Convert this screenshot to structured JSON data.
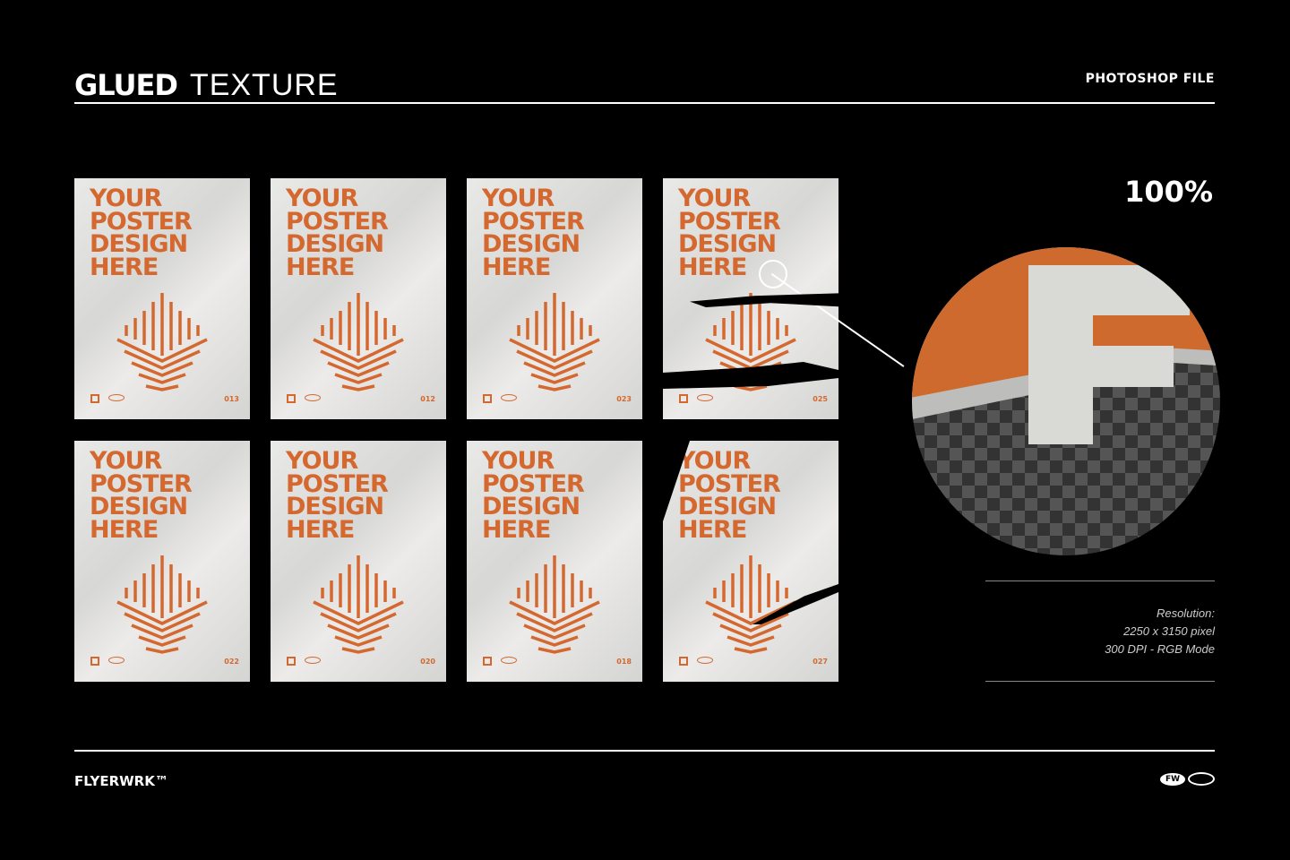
{
  "header": {
    "title_bold": "GLUED",
    "title_light": "TEXTURE",
    "subtitle": "PHOTOSHOP FILE"
  },
  "posters": [
    {
      "headline": "YOUR POSTER DESIGN HERE",
      "number": "013"
    },
    {
      "headline": "YOUR POSTER DESIGN HERE",
      "number": "012"
    },
    {
      "headline": "YOUR POSTER DESIGN HERE",
      "number": "023"
    },
    {
      "headline": "YOUR POSTER DESIGN HERE",
      "number": "025"
    },
    {
      "headline": "YOUR POSTER DESIGN HERE",
      "number": "022"
    },
    {
      "headline": "YOUR POSTER DESIGN HERE",
      "number": "020"
    },
    {
      "headline": "YOUR POSTER DESIGN HERE",
      "number": "018"
    },
    {
      "headline": "YOUR POSTER DESIGN HERE",
      "number": "027"
    }
  ],
  "zoom": {
    "label": "100%"
  },
  "info": {
    "line1": "Resolution:",
    "line2": "2250 x 3150 pixel",
    "line3": "300 DPI - RGB Mode"
  },
  "footer": {
    "brand": "FLYERWRK™",
    "logo_text": "FW"
  },
  "colors": {
    "accent": "#d4682e",
    "background": "#000000"
  }
}
